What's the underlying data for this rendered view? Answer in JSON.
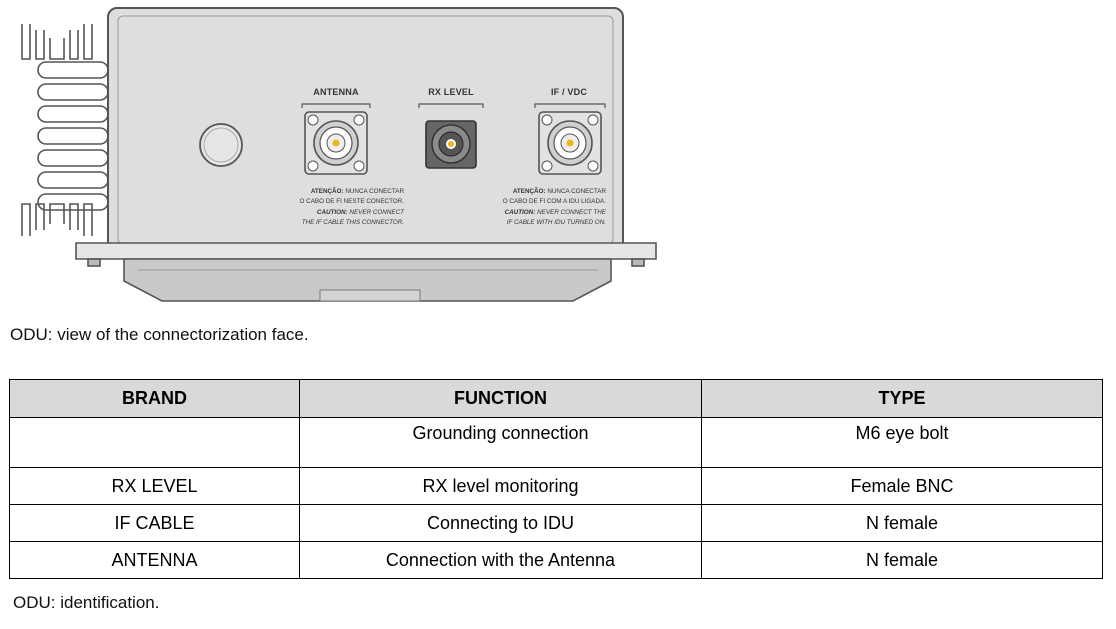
{
  "figure": {
    "labels": {
      "antenna": "ANTENNA",
      "rx_level": "RX LEVEL",
      "if_vdc": "IF / VDC"
    },
    "warning_left": {
      "line1_bold": "ATENÇÃO:",
      "line1_rest": " NUNCA CONECTAR",
      "line2": "O CABO DE FI NESTE CONECTOR.",
      "line3_bold": "CAUTION:",
      "line3_rest": " NEVER  CONNECT",
      "line4": "THE IF CABLE THIS CONNECTOR."
    },
    "warning_right": {
      "line1_bold": "ATENÇÃO:",
      "line1_rest": " NUNCA CONECTAR",
      "line2": "O CABO DE FI COM A IDU LIGADA.",
      "line3_bold": "CAUTION:",
      "line3_rest": " NEVER CONNECT THE",
      "line4": "IF CABLE WITH IDU TURNED ON."
    },
    "caption": "ODU: view of the connectorization face."
  },
  "table": {
    "headers": [
      "BRAND",
      "FUNCTION",
      "TYPE"
    ],
    "rows": [
      [
        "",
        "Grounding connection",
        "M6 eye bolt"
      ],
      [
        "RX LEVEL",
        "RX level monitoring",
        "Female BNC"
      ],
      [
        "IF CABLE",
        "Connecting to IDU",
        "N female"
      ],
      [
        "ANTENNA",
        "Connection with the Antenna",
        "N female"
      ]
    ],
    "caption": "ODU: identification."
  },
  "colors": {
    "panel": "#dedede",
    "outline": "#555555",
    "header_bg": "#d9d9d9",
    "center_pin": "#e8b81c"
  }
}
